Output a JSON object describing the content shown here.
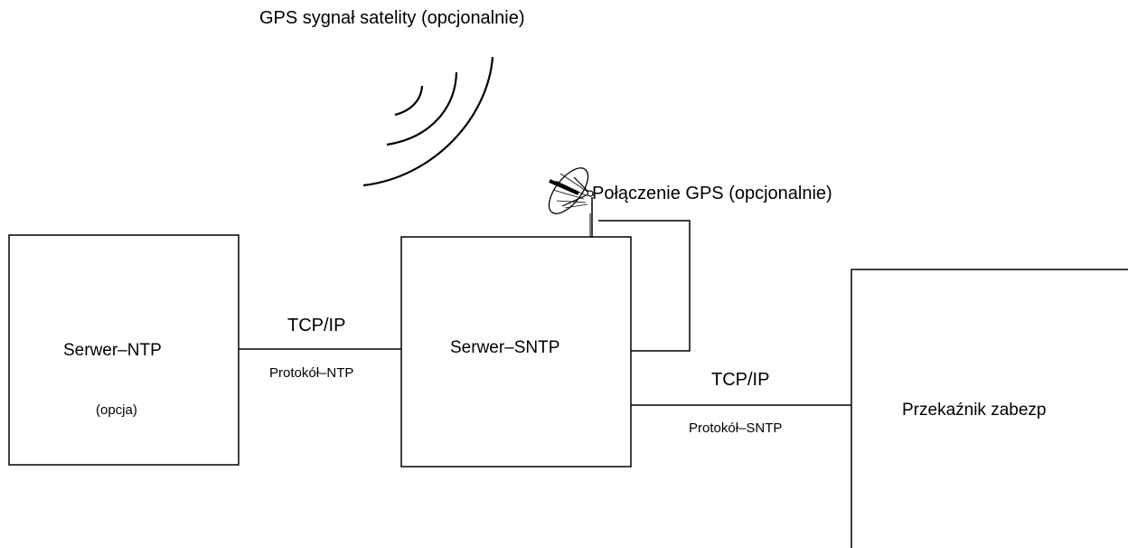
{
  "gps_signal_label": "GPS sygnał satelity (opcjonalnie)",
  "gps_connection_label": "Połączenie GPS (opcjonalnie)",
  "ntp_server": {
    "title": "Serwer–NTP",
    "note": "(opcja)"
  },
  "sntp_server": {
    "title": "Serwer–SNTP"
  },
  "relay": {
    "title": "Przekaźnik zabezp"
  },
  "link_ntp": {
    "top": "TCP/IP",
    "bottom": "Protokół–NTP"
  },
  "link_sntp": {
    "top": "TCP/IP",
    "bottom": "Protokół–SNTP"
  }
}
